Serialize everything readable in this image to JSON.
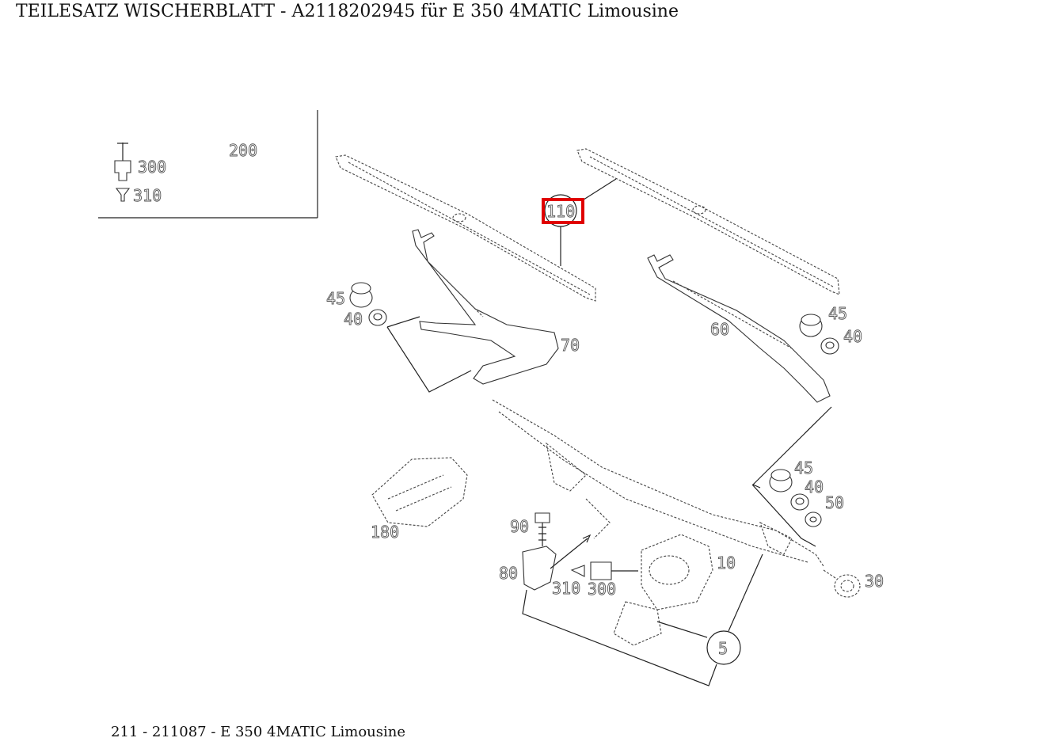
{
  "page": {
    "title": "TEILESATZ WISCHERBLATT  - A2118202945 für E 350 4MATIC Limousine",
    "footer": "211 - 211087 - E 350 4MATIC Limousine"
  },
  "diagram": {
    "labels": {
      "p110": "110",
      "p200": "200",
      "p300_legend": "300",
      "p310_legend": "310",
      "p45_left": "45",
      "p40_left": "40",
      "p70": "70",
      "p60": "60",
      "p45_right": "45",
      "p40_right": "40",
      "p45_lower": "45",
      "p40_lower": "40",
      "p50": "50",
      "p180": "180",
      "p90": "90",
      "p80": "80",
      "p310": "310",
      "p300": "300",
      "p10": "10",
      "p30": "30",
      "p5": "5"
    },
    "highlighted_part": "110",
    "highlight_color": "#e00000"
  }
}
